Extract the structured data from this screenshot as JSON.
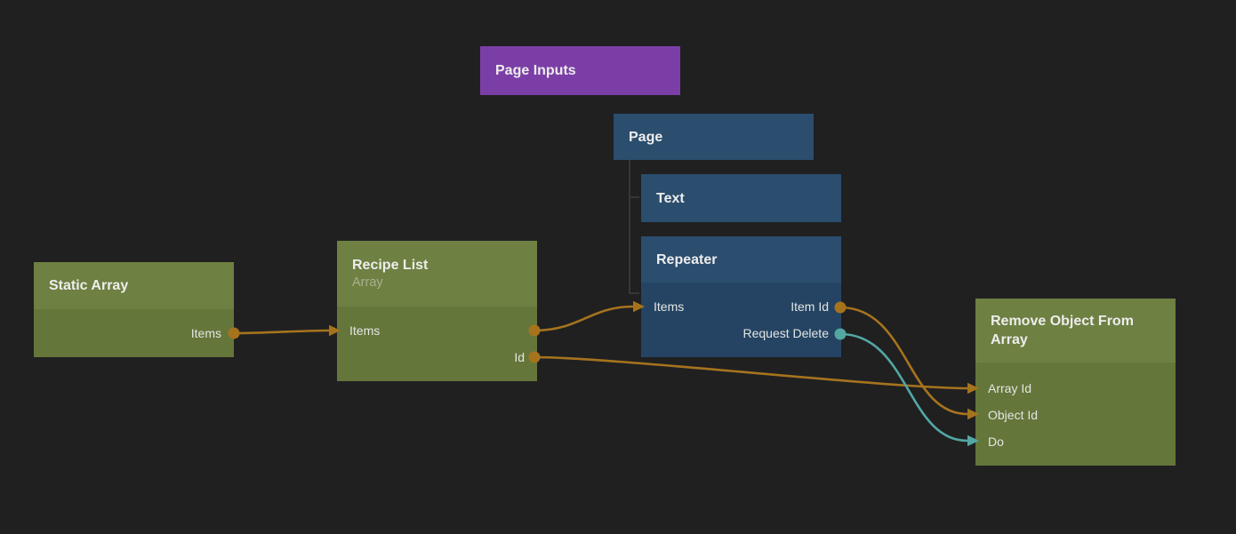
{
  "colors": {
    "background": "#202021",
    "node_green_header": "#6e8042",
    "node_green_body": "#64763a",
    "node_blue_header": "#2b4d6e",
    "node_blue_body": "#254463",
    "node_purple": "#7b3ea6",
    "wire_orange": "#a6731d",
    "wire_teal": "#52a7a3",
    "tree_line": "#3e3e3e",
    "title_text": "#ededed",
    "subtitle_text": "#a9b190",
    "port_text": "#e3e6e3"
  },
  "nodes": {
    "page_inputs": {
      "title": "Page Inputs",
      "color": "purple"
    },
    "page": {
      "title": "Page",
      "color": "blue"
    },
    "text": {
      "title": "Text",
      "color": "blue"
    },
    "repeater": {
      "title": "Repeater",
      "color": "blue",
      "rows": [
        {
          "left": "Items",
          "right": "Item Id"
        },
        {
          "right": "Request Delete"
        }
      ]
    },
    "static_array": {
      "title": "Static Array",
      "color": "green",
      "rows": [
        {
          "right": "Items"
        }
      ]
    },
    "recipe_list": {
      "title": "Recipe List",
      "subtitle": "Array",
      "color": "green",
      "rows": [
        {
          "left": "Items"
        },
        {
          "right": "Id"
        }
      ]
    },
    "remove_object_from_array": {
      "title": "Remove Object From Array",
      "color": "green",
      "rows": [
        {
          "left": "Array Id"
        },
        {
          "left": "Object Id"
        },
        {
          "left": "Do"
        }
      ]
    }
  },
  "connections": [
    {
      "from": "Static Array / Items",
      "to": "Recipe List / Items",
      "color": "#a6731d"
    },
    {
      "from": "Recipe List / Items",
      "to": "Repeater / Items",
      "color": "#a6731d"
    },
    {
      "from": "Recipe List / Id",
      "to": "Remove Object From Array / Array Id",
      "color": "#a6731d"
    },
    {
      "from": "Repeater / Item Id",
      "to": "Remove Object From Array / Object Id",
      "color": "#a6731d"
    },
    {
      "from": "Repeater / Request Delete",
      "to": "Remove Object From Array / Do",
      "color": "#52a7a3"
    }
  ]
}
